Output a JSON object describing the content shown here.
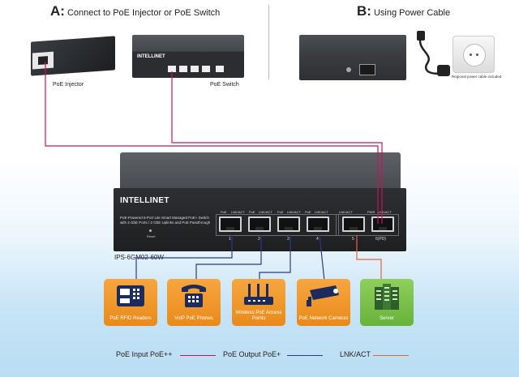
{
  "section_a": {
    "letter": "A:",
    "title": "Connect to PoE Injector or PoE Switch"
  },
  "section_b": {
    "letter": "B:",
    "title": "Using Power Cable"
  },
  "top_devices": {
    "injector_label": "PoE Injector",
    "poe_switch_label": "PoE Switch",
    "poe_switch_brand": "INTELLINET",
    "outlet_note": "Regional power cable included"
  },
  "main_switch": {
    "brand": "INTELLINET",
    "description_1": "PoE-Powered 6-Port Lite Smart Managed PoE+ Switch",
    "description_2": "with 4 GbE Ports / 2 GbE Uplinks and PoE Passthrough",
    "reset_label": "Reset",
    "model": "IPS-6GM02-60W",
    "port_headers": [
      "PoE",
      "LNK/ACT",
      "PoE",
      "LNK/ACT",
      "PoE",
      "LNK/ACT",
      "PoE",
      "LNK/ACT",
      "PoE",
      "LNK/ACT"
    ],
    "top_right_headers": [
      "LNK/ACT",
      "PWR",
      "LNK/ACT"
    ],
    "port_numbers": [
      "1",
      "2",
      "3",
      "4",
      "5",
      "6(PD)"
    ]
  },
  "endpoints": [
    {
      "label": "PoE RFID Readers",
      "icon": "rfid-reader-icon"
    },
    {
      "label": "VoIP PoE Phones",
      "icon": "phone-icon"
    },
    {
      "label": "Wireless PoE Access Points",
      "icon": "access-point-icon"
    },
    {
      "label": "PoE Network Cameras",
      "icon": "camera-icon"
    },
    {
      "label": "Server",
      "icon": "server-icon"
    }
  ],
  "legend": {
    "input": "PoE Input  PoE++",
    "output": "PoE Output  PoE+",
    "lnk": "LNK/ACT"
  },
  "colors": {
    "poe_input": "#c2185b",
    "poe_output": "#2a3a8c",
    "lnk": "#e0673a",
    "tile_orange": "#f29a2e",
    "tile_green": "#77bf46"
  }
}
